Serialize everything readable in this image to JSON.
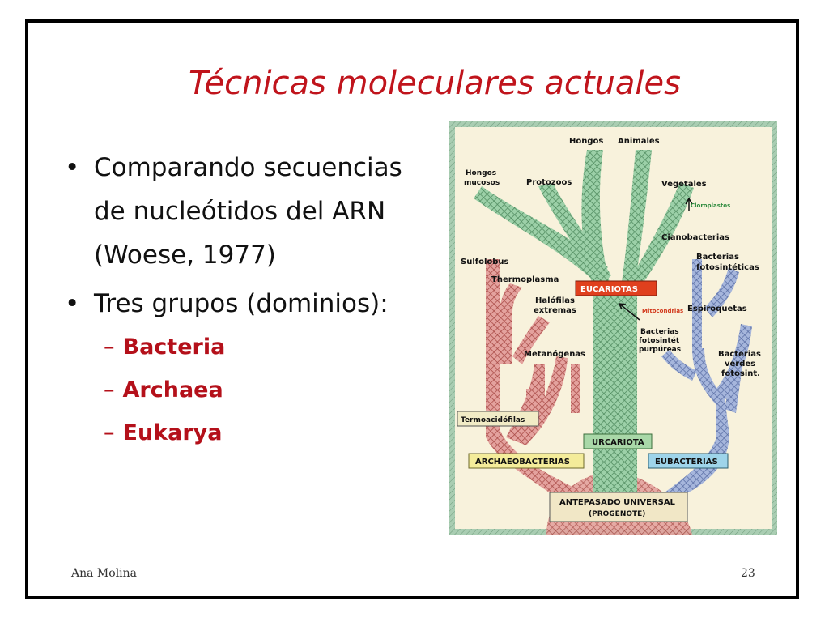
{
  "slide": {
    "title": "Técnicas moleculares actuales",
    "bullets": [
      {
        "lines": [
          "Comparando secuencias",
          "de nucleótidos del ARN",
          "(Woese, 1977)"
        ]
      },
      {
        "lines": [
          "Tres grupos (dominios):"
        ]
      }
    ],
    "sub_bullets": [
      "Bacteria",
      "Archaea",
      "Eukarya"
    ],
    "footer_author": "Ana Molina",
    "page_number": "23"
  },
  "tree_diagram": {
    "labels": {
      "hongos": "Hongos",
      "animales": "Animales",
      "hongos_mucosos_1": "Hongos",
      "hongos_mucosos_2": "mucosos",
      "protozoos": "Protozoos",
      "vegetales": "Vegetales",
      "cloroplastos": "Cloroplastos",
      "cianobacterias": "Cianobacterias",
      "bact_fotosint_1": "Bacterias",
      "bact_fotosint_2": "fotosintéticas",
      "sulfolobus": "Sulfolobus",
      "thermoplasma": "Thermoplasma",
      "eucariotas": "EUCARIOTAS",
      "halofilas_1": "Halófilas",
      "halofilas_2": "extremas",
      "mitocondrias": "Mitocondrias",
      "espiroquetas": "Espiroquetas",
      "bact_purpureas_1": "Bacterias",
      "bact_purpureas_2": "fotosintét",
      "bact_purpureas_3": "purpúreas",
      "metanogenas": "Metanógenas",
      "bact_verdes_1": "Bacterias",
      "bact_verdes_2": "verdes",
      "bact_verdes_3": "fotosint.",
      "termoacidofilas": "Termoacidófilas",
      "urcariota": "URCARIOTA",
      "archaeobacterias": "ARCHAEOBACTERIAS",
      "eubacterias": "EUBACTERIAS",
      "antepasado_1": "ANTEPASADO UNIVERSAL",
      "antepasado_2": "(PROGENOTE)"
    },
    "colors": {
      "eukarya_branch": "#8bc9a0",
      "archaea_branch": "#d98a86",
      "bacteria_branch": "#8aa0cc",
      "eucariotas_box": "#e0401e",
      "background": "#f8f2dc",
      "border": "#9fc4a8"
    }
  }
}
